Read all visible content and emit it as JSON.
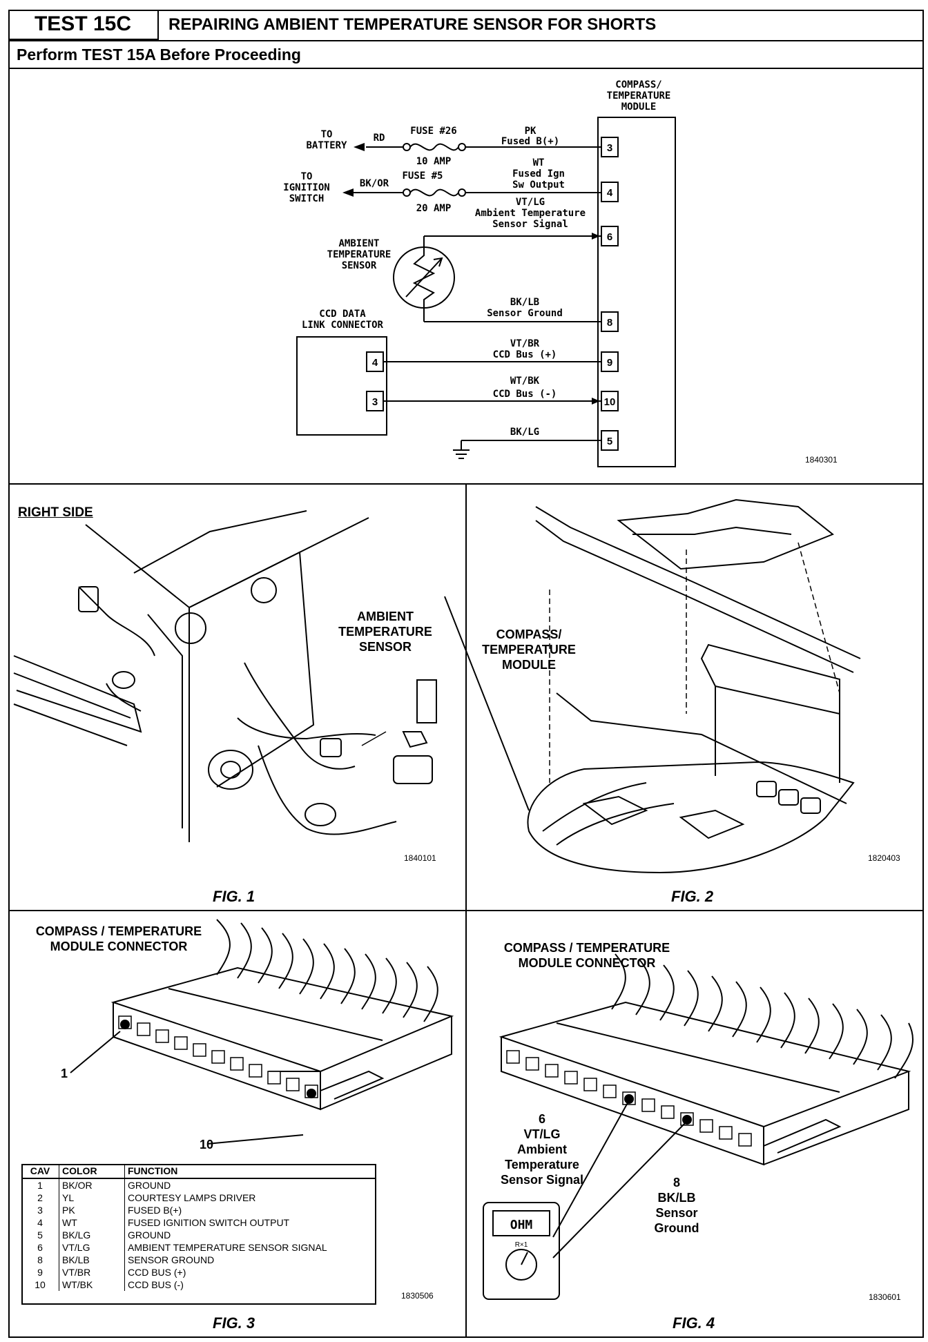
{
  "header": {
    "test_id": "TEST 15C",
    "title": "REPAIRING AMBIENT TEMPERATURE SENSOR FOR SHORTS",
    "subtitle": "Perform TEST 15A Before Proceeding"
  },
  "schematic": {
    "module_label": [
      "COMPASS/",
      "TEMPERATURE",
      "MODULE"
    ],
    "to_battery": [
      "TO",
      "BATTERY"
    ],
    "to_ignition": [
      "TO",
      "IGNITION",
      "SWITCH"
    ],
    "rd": "RD",
    "bk_or": "BK/OR",
    "fuse26": "FUSE #26",
    "amp10": "10 AMP",
    "fuse5": "FUSE #5",
    "amp20": "20 AMP",
    "pin3_wire": [
      "PK",
      "Fused B(+)"
    ],
    "pin4_wire": [
      "WT",
      "Fused Ign",
      "Sw Output"
    ],
    "pin6_wire": [
      "VT/LG",
      "Ambient Temperature",
      "Sensor Signal"
    ],
    "sensor_label": [
      "AMBIENT",
      "TEMPERATURE",
      "SENSOR"
    ],
    "pin8_wire": [
      "BK/LB",
      "Sensor Ground"
    ],
    "ccd_label": [
      "CCD DATA",
      "LINK CONNECTOR"
    ],
    "pin9_wire": [
      "VT/BR",
      "CCD Bus (+)"
    ],
    "pin10_wire": [
      "WT/BK",
      "CCD Bus (-)"
    ],
    "pin5_wire": "BK/LG",
    "pins": {
      "p3": "3",
      "p4": "4",
      "p6": "6",
      "p8": "8",
      "p9": "9",
      "p10": "10",
      "p5": "5",
      "ccd4": "4",
      "ccd3": "3"
    },
    "code": "1840301"
  },
  "fig1": {
    "side_label": "RIGHT SIDE",
    "sensor_label": [
      "AMBIENT",
      "TEMPERATURE",
      "SENSOR"
    ],
    "code": "1840101",
    "caption": "FIG. 1"
  },
  "fig2": {
    "module_label": [
      "COMPASS/",
      "TEMPERATURE",
      "MODULE"
    ],
    "code": "1820403",
    "caption": "FIG. 2"
  },
  "fig3": {
    "title": [
      "COMPASS / TEMPERATURE",
      "MODULE CONNECTOR"
    ],
    "pin1": "1",
    "pin10": "10",
    "table": {
      "headers": [
        "CAV",
        "COLOR",
        "FUNCTION"
      ],
      "rows": [
        [
          "1",
          "BK/OR",
          "GROUND"
        ],
        [
          "2",
          "YL",
          "COURTESY LAMPS DRIVER"
        ],
        [
          "3",
          "PK",
          "FUSED B(+)"
        ],
        [
          "4",
          "WT",
          "FUSED IGNITION SWITCH OUTPUT"
        ],
        [
          "5",
          "BK/LG",
          "GROUND"
        ],
        [
          "6",
          "VT/LG",
          "AMBIENT TEMPERATURE SENSOR SIGNAL"
        ],
        [
          "8",
          "BK/LB",
          "SENSOR GROUND"
        ],
        [
          "9",
          "VT/BR",
          "CCD BUS (+)"
        ],
        [
          "10",
          "WT/BK",
          "CCD BUS (-)"
        ]
      ]
    },
    "code": "1830506",
    "caption": "FIG. 3"
  },
  "fig4": {
    "title": [
      "COMPASS / TEMPERATURE",
      "MODULE CONNECTOR"
    ],
    "pin6_label": [
      "6",
      "VT/LG",
      "Ambient",
      "Temperature",
      "Sensor Signal"
    ],
    "pin8_label": [
      "8",
      "BK/LB",
      "Sensor",
      "Ground"
    ],
    "meter_display": "OHM",
    "meter_range": "R×1",
    "code": "1830601",
    "caption": "FIG. 4"
  }
}
